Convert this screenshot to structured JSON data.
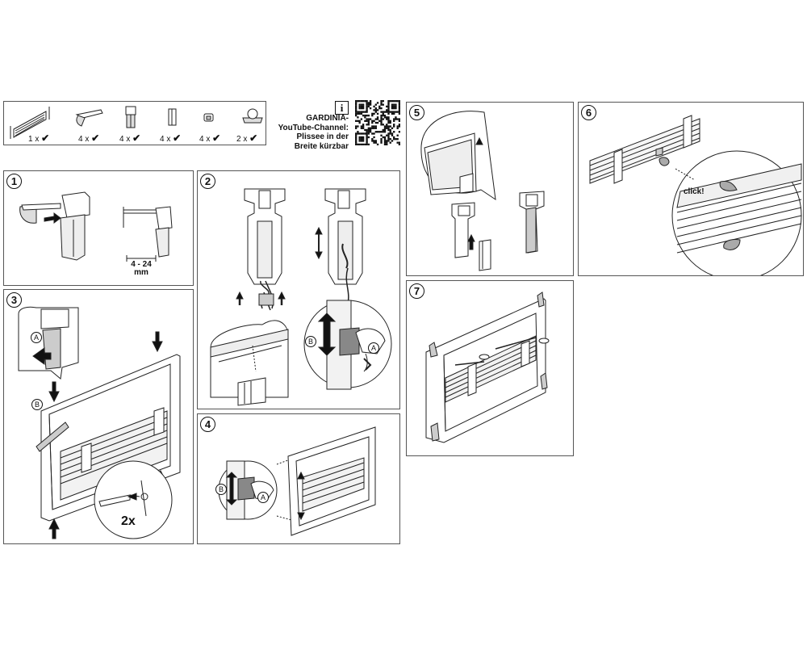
{
  "parts": [
    {
      "icon": "pleated-blind-icon",
      "count": "1 x"
    },
    {
      "icon": "bracket-icon",
      "count": "4 x"
    },
    {
      "icon": "clamp-holder-icon",
      "count": "4 x"
    },
    {
      "icon": "spacer-block-icon",
      "count": "4 x"
    },
    {
      "icon": "cord-clip-icon",
      "count": "4 x"
    },
    {
      "icon": "cord-holder-icon",
      "count": "2 x"
    }
  ],
  "check_glyph": "✔",
  "info_glyph": "i",
  "youtube": {
    "lines": [
      "GARDINIA-",
      "YouTube-Channel:",
      "Plissee in der",
      "Breite kürzbar"
    ]
  },
  "steps": {
    "s1": {
      "number": "1",
      "measure": "4 - 24\nmm"
    },
    "s2": {
      "number": "2"
    },
    "s3": {
      "number": "3",
      "label_a": "A",
      "label_b": "B",
      "multiplier": "2x"
    },
    "s4": {
      "number": "4",
      "label_a": "A",
      "label_b": "B"
    },
    "s5": {
      "number": "5"
    },
    "s6": {
      "number": "6",
      "click": "click!"
    },
    "s7": {
      "number": "7"
    }
  }
}
